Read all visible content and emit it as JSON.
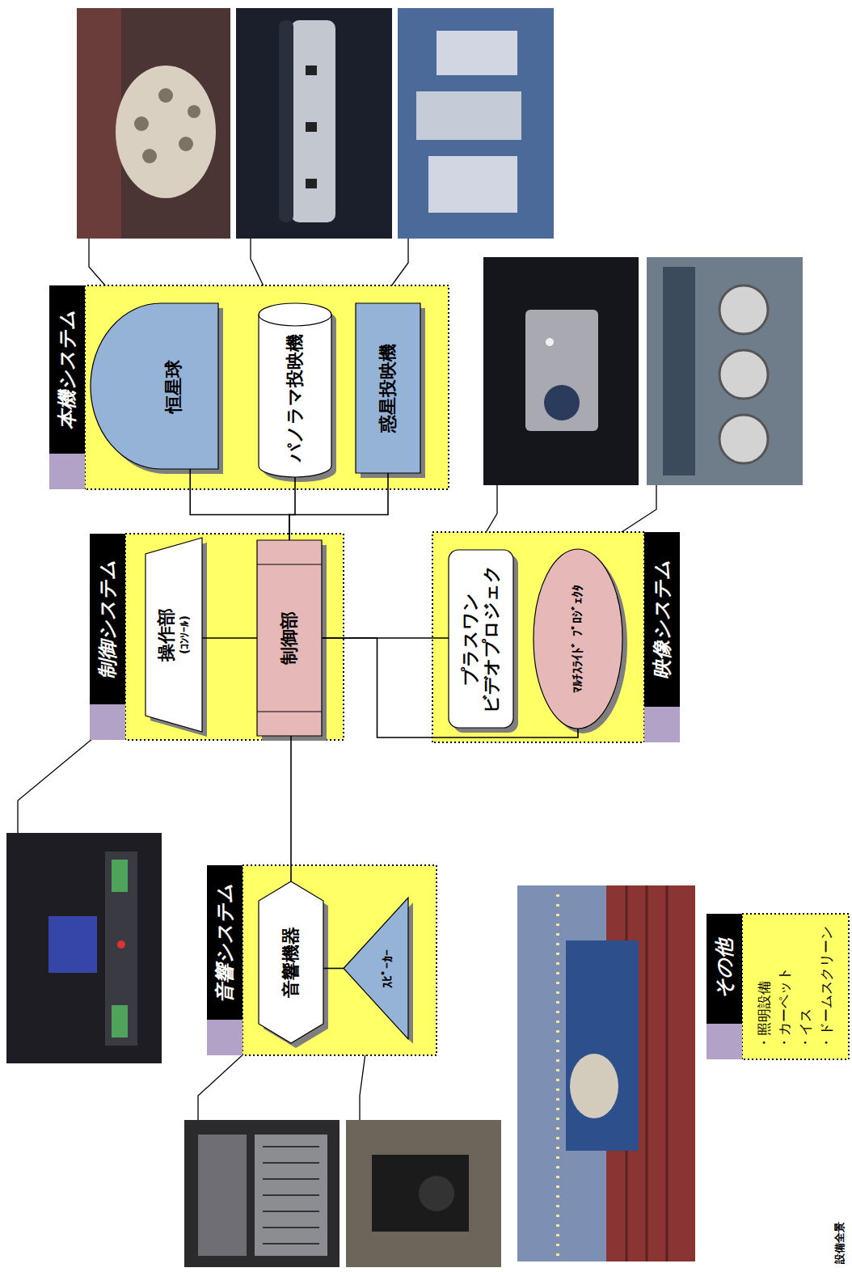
{
  "diagram": {
    "caption": "設備全景",
    "nodes": [
      {
        "text": [
          "本機システム"
        ]
      },
      {
        "text": [
          "恒星球"
        ],
        "in": 0
      },
      {
        "text": [
          "パノラマ投映機"
        ],
        "in": 0
      },
      {
        "text": [
          "惑星投映機"
        ],
        "in": 0
      },
      {
        "text": [
          "制御システム"
        ]
      },
      {
        "text": [
          "操作部",
          "(ｺﾝｿｰﾙ)"
        ],
        "in": 4
      },
      {
        "text": [
          "制御部"
        ],
        "in": 4
      },
      {
        "text": [
          "映像システム"
        ]
      },
      {
        "text": [
          "プラスワン ビデオプロジェク"
        ],
        "in": 7
      },
      {
        "text": [
          "ﾏﾙﾁｽﾗｲﾄﾞ ﾌﾟﾛｼﾞｪｸﾀ"
        ],
        "in": 7
      },
      {
        "text": [
          "音響システム"
        ]
      },
      {
        "text": [
          "音響機器"
        ],
        "in": 10
      },
      {
        "text": [
          "ｽﾋﾟｰｶｰ"
        ],
        "in": 10
      },
      {
        "text": [
          "その他",
          "・照明設備",
          "・カーペット",
          "・イス",
          "・ドームスクリーン"
        ]
      }
    ],
    "edges": [
      {
        "from": 6,
        "to": 1,
        "arrow": "none"
      },
      {
        "from": 6,
        "to": 2,
        "arrow": "none"
      },
      {
        "from": 6,
        "to": 3,
        "arrow": "none"
      },
      {
        "from": 5,
        "to": 6,
        "arrow": "none"
      },
      {
        "from": 6,
        "to": 8,
        "arrow": "none"
      },
      {
        "from": 6,
        "to": 9,
        "arrow": "none"
      },
      {
        "from": 6,
        "to": 11,
        "arrow": "none"
      },
      {
        "from": 11,
        "to": 12,
        "arrow": "none"
      }
    ]
  }
}
